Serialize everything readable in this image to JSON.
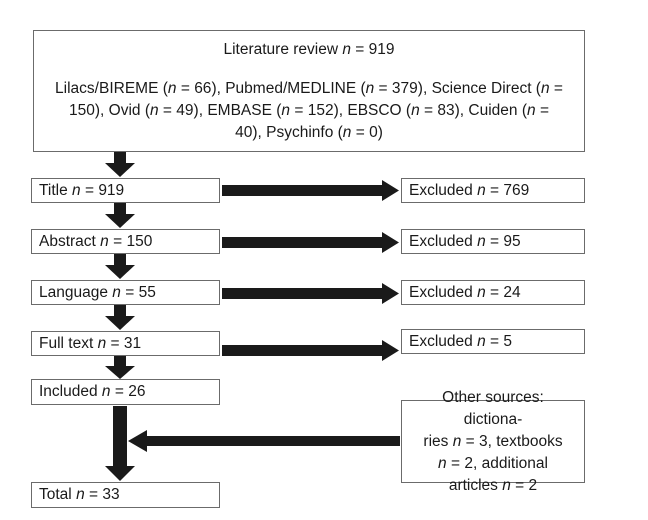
{
  "figure": {
    "type": "flowchart",
    "title": "Literature review selection flow diagram"
  },
  "source_box": {
    "title": "Literature review n = 919",
    "detail": "Lilacs/BIREME (n = 66), Pubmed/MEDLINE (n = 379), Science Direct (n = 150), Ovid (n = 49), EMBASE (n = 152), EBSCO (n = 83), Cuiden (n = 40), Psychinfo (n = 0)",
    "detail_lines": [
      "Lilacs/BIREME (n = 66), Pubmed/MEDLINE (n = 379), Science Direct (n =",
      "150), Ovid (n = 49), EMBASE (n = 152), EBSCO (n = 83), Cuiden (n =",
      "40), Psychinfo (n = 0)"
    ],
    "total": 919,
    "databases": [
      {
        "name": "Lilacs/BIREME",
        "n": 66
      },
      {
        "name": "Pubmed/MEDLINE",
        "n": 379
      },
      {
        "name": "Science Direct",
        "n": 150
      },
      {
        "name": "Ovid",
        "n": 49
      },
      {
        "name": "EMBASE",
        "n": 152
      },
      {
        "name": "EBSCO",
        "n": 83
      },
      {
        "name": "Cuiden",
        "n": 40
      },
      {
        "name": "Psychinfo",
        "n": 0
      }
    ]
  },
  "stages": [
    {
      "label": "Title n = 919",
      "stage": "Title",
      "n": 919
    },
    {
      "label": "Abstract n = 150",
      "stage": "Abstract",
      "n": 150
    },
    {
      "label": "Language n = 55",
      "stage": "Language",
      "n": 55
    },
    {
      "label": "Full text n = 31",
      "stage": "Full text",
      "n": 31
    },
    {
      "label": "Included n = 26",
      "stage": "Included",
      "n": 26
    }
  ],
  "excluded": [
    {
      "label": "Excluded n = 769",
      "n": 769
    },
    {
      "label": "Excluded n = 95",
      "n": 95
    },
    {
      "label": "Excluded n = 24",
      "n": 24
    },
    {
      "label": "Excluded n = 5",
      "n": 5
    }
  ],
  "other_sources": {
    "lines": [
      "Other sources: dictiona-",
      "ries n = 3, textbooks",
      "n = 2, additional",
      "articles n = 2"
    ],
    "items": [
      {
        "name": "dictionaries",
        "n": 3
      },
      {
        "name": "textbooks",
        "n": 2
      },
      {
        "name": "additional articles",
        "n": 2
      }
    ]
  },
  "total_box": {
    "label": "Total n = 33",
    "n": 33
  },
  "colors": {
    "box_border": "#6b6b6b",
    "arrow_fill": "#1a1a1a",
    "text": "#1a1a1a",
    "background": "#ffffff"
  }
}
